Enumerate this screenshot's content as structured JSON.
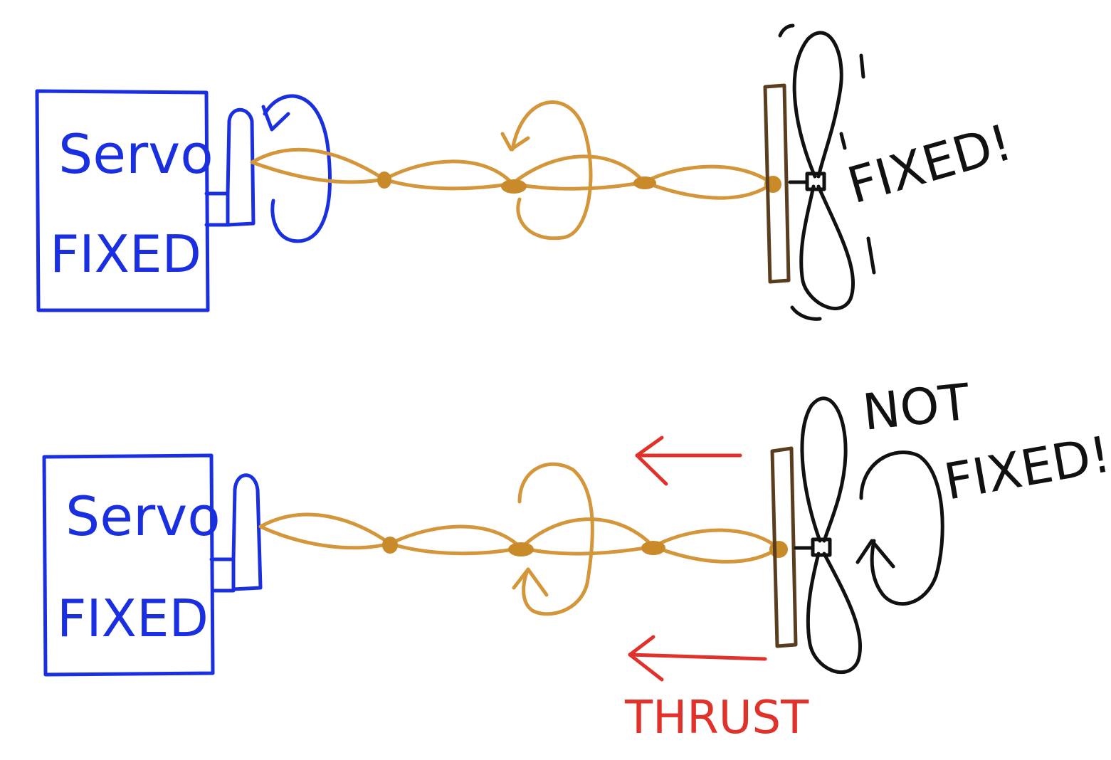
{
  "colors": {
    "servo": "#1a2fe0",
    "twist": "#d4963a",
    "twist_knot": "#c98a2a",
    "stand": "#5a3d1e",
    "propeller": "#111111",
    "thrust": "#e0322a",
    "background": "#ffffff"
  },
  "scenes": [
    {
      "id": "top",
      "servo_label": "Servo",
      "servo_state": "FIXED",
      "propeller_state": "FIXED!"
    },
    {
      "id": "bottom",
      "servo_label": "Servo",
      "servo_state": "FIXED",
      "propeller_state_line1": "NOT",
      "propeller_state_line2": "FIXED!",
      "thrust_label": "THRUST"
    }
  ],
  "icons": {
    "rotation": "curved-arrow-icon",
    "thrust": "left-arrow-icon",
    "propeller": "propeller-icon"
  }
}
